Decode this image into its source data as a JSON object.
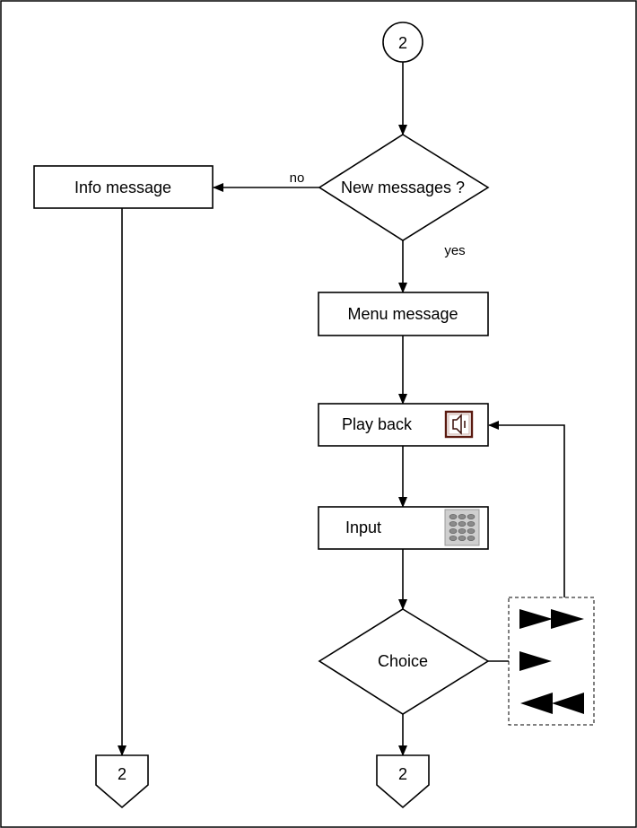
{
  "connector_top": "2",
  "connector_bottom_left": "2",
  "connector_bottom_right": "2",
  "decision_new": "New messages ?",
  "edge_no": "no",
  "edge_yes": "yes",
  "info_message": "Info message",
  "menu_message": "Menu message",
  "play_back": "Play back",
  "input": "Input",
  "choice": "Choice",
  "icons": {
    "speaker": "speaker-icon",
    "keypad": "keypad-icon",
    "fast_forward": "fast-forward-icon",
    "play": "play-icon",
    "rewind": "rewind-icon"
  },
  "colors": {
    "line": "#000000",
    "speaker_frame": "#5a1a10",
    "keypad": "#9a9a9a"
  }
}
